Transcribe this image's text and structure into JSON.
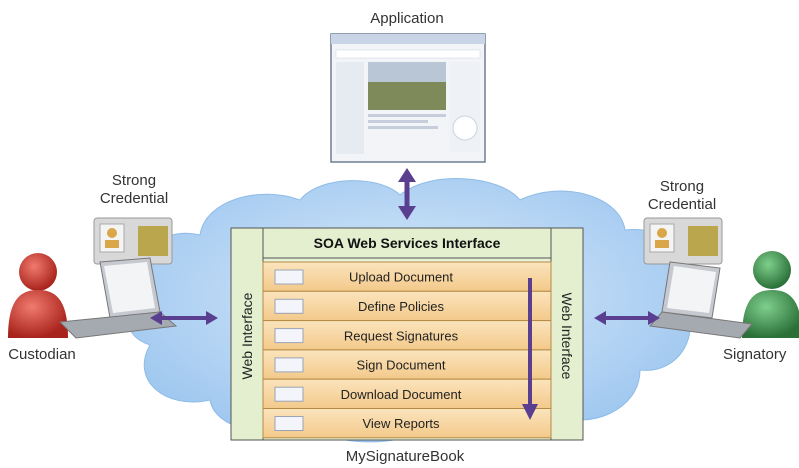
{
  "labels": {
    "application": "Application",
    "strong_credential_left": "Strong\nCredential",
    "strong_credential_right": "Strong\nCredential",
    "custodian": "Custodian",
    "signatory": "Signatory",
    "footer": "MySignatureBook"
  },
  "core": {
    "header": "SOA Web Services Interface",
    "web_interface_left": "Web Interface",
    "web_interface_right": "Web Interface",
    "steps": [
      "Upload Document",
      "Define Policies",
      "Request Signatures",
      "Sign Document",
      "Download Document",
      "View Reports"
    ]
  },
  "colors": {
    "cloud": "#a9cdf0",
    "panel_orange": "#f7d9a8",
    "panel_green": "#e4efcf",
    "arrow_purple": "#6a4c9c",
    "custodian_red": "#c8322a",
    "signatory_green": "#3a8a4a"
  }
}
